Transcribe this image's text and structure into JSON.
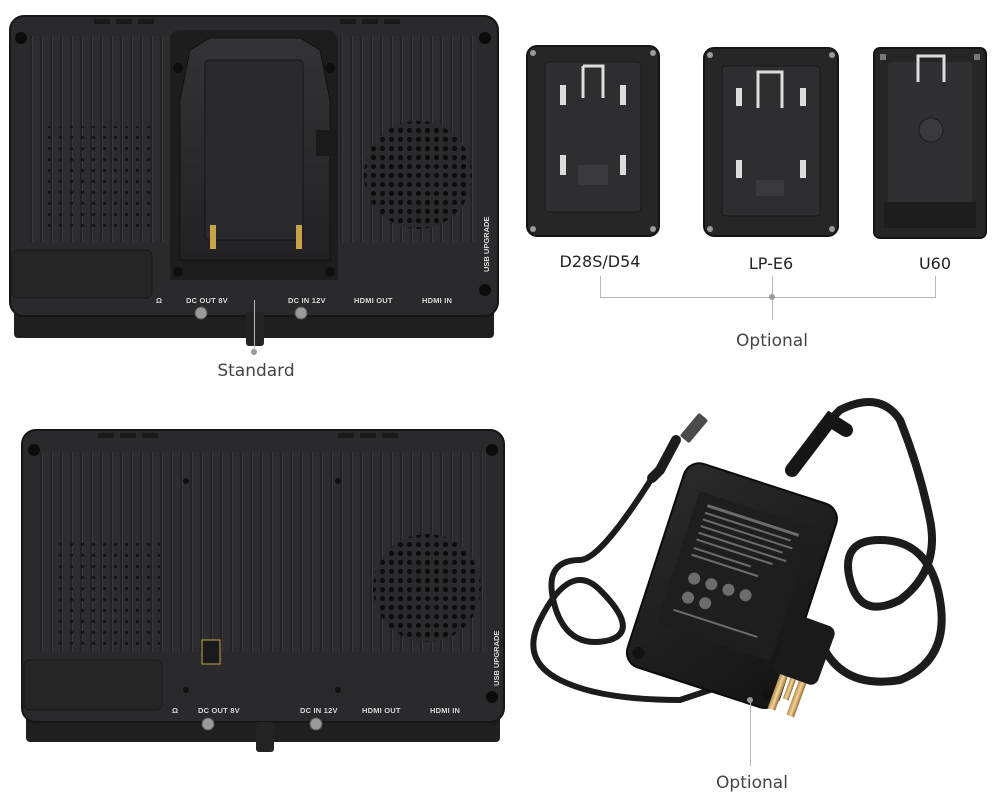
{
  "labels": {
    "standard": "Standard",
    "optional_plates": "Optional",
    "optional_adapter": "Optional"
  },
  "plates": [
    {
      "name": "D28S/D54"
    },
    {
      "name": "LP-E6"
    },
    {
      "name": "U60"
    }
  ],
  "ports": {
    "headphone": "Ω",
    "dc_out": "DC OUT 8V",
    "dc_in": "DC IN 12V",
    "hdmi_out": "HDMI OUT",
    "hdmi_in": "HDMI IN",
    "usb": "USB UPGRADE"
  },
  "colors": {
    "monitor_body": "#2c2c2e",
    "monitor_edge": "#1a1a1b",
    "plate": "#2a2a2a",
    "cable": "#1c1c1c",
    "callout_line": "#b8b8b8"
  },
  "icons": {
    "plate_contacts": "brass-pin-contacts",
    "power_plug": "us-three-prong-plug"
  }
}
